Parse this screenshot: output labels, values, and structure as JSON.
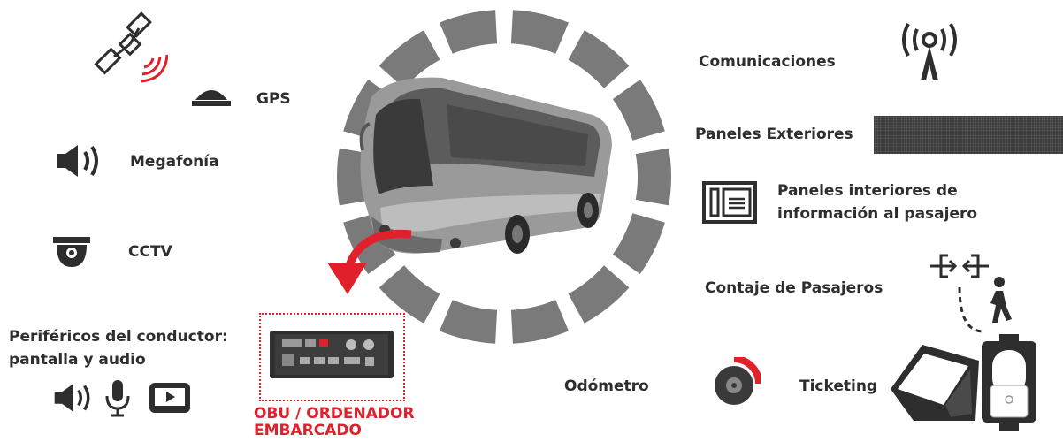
{
  "labels": {
    "gps": "GPS",
    "megafonia": "Megafonía",
    "cctv": "CCTV",
    "perifericos_line1": "Periféricos del conductor:",
    "perifericos_line2": "pantalla y audio",
    "obu_line1": "OBU / ORDENADOR",
    "obu_line2": "EMBARCADO",
    "odometro": "Odómetro",
    "ticketing": "Ticketing",
    "comunicaciones": "Comunicaciones",
    "paneles_exteriores": "Paneles Exteriores",
    "paneles_interiores_line1": "Paneles interiores de",
    "paneles_interiores_line2": "información al pasajero",
    "contaje": "Contaje de Pasajeros"
  },
  "icons": {
    "satellite": "satellite-icon",
    "gps_antenna": "gps-dome-icon",
    "speaker": "speaker-icon",
    "camera": "dome-camera-icon",
    "microphone": "microphone-icon",
    "screen": "screen-icon",
    "antenna": "antenna-tower-icon",
    "led_panel": "led-panel-icon",
    "info_panel": "info-panel-icon",
    "counter": "passenger-counter-icon",
    "odometer": "odometer-icon",
    "ticket": "ticket-machine-icon",
    "obu": "obu-unit-icon",
    "bus": "bus-illustration"
  },
  "colors": {
    "accent": "#e0202a",
    "ring": "#7a7a7a",
    "icon": "#2e2e2e"
  }
}
